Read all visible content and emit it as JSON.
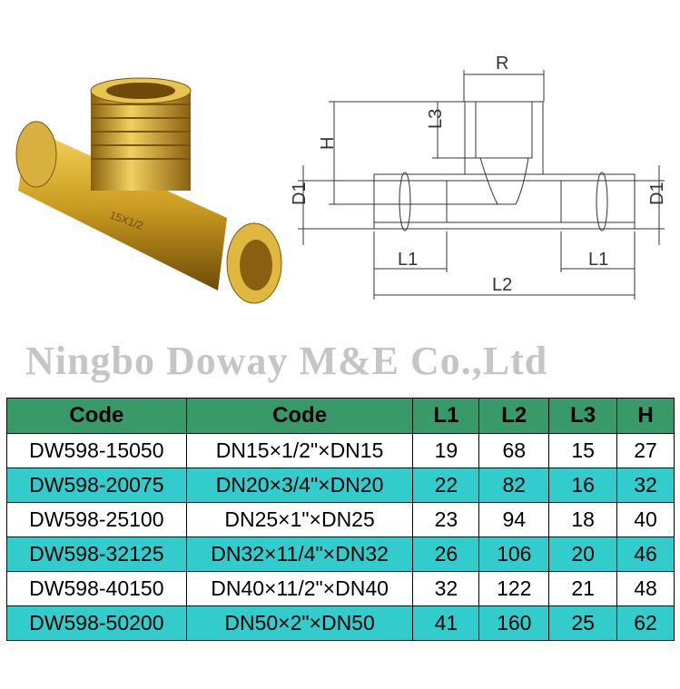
{
  "watermark": "Ningbo Doway M&E Co.,Ltd",
  "photo": {
    "marking": "15X1/2"
  },
  "drawing_labels": {
    "R": "R",
    "H": "H",
    "L3": "L3",
    "D1_left": "D1",
    "D1_right": "D1",
    "L1_left": "L1",
    "L1_right": "L1",
    "L2": "L2"
  },
  "colors": {
    "header": "#389a68",
    "alt_row": "#33cccc"
  },
  "table": {
    "headers": [
      "Code",
      "Code",
      "L1",
      "L2",
      "L3",
      "H"
    ],
    "rows": [
      [
        "DW598-15050",
        "DN15×1/2\"×DN15",
        "19",
        "68",
        "15",
        "27"
      ],
      [
        "DW598-20075",
        "DN20×3/4\"×DN20",
        "22",
        "82",
        "16",
        "32"
      ],
      [
        "DW598-25100",
        "DN25×1\"×DN25",
        "23",
        "94",
        "18",
        "40"
      ],
      [
        "DW598-32125",
        "DN32×11/4\"×DN32",
        "26",
        "106",
        "20",
        "46"
      ],
      [
        "DW598-40150",
        "DN40×11/2\"×DN40",
        "32",
        "122",
        "21",
        "48"
      ],
      [
        "DW598-50200",
        "DN50×2\"×DN50",
        "41",
        "160",
        "25",
        "62"
      ]
    ]
  }
}
